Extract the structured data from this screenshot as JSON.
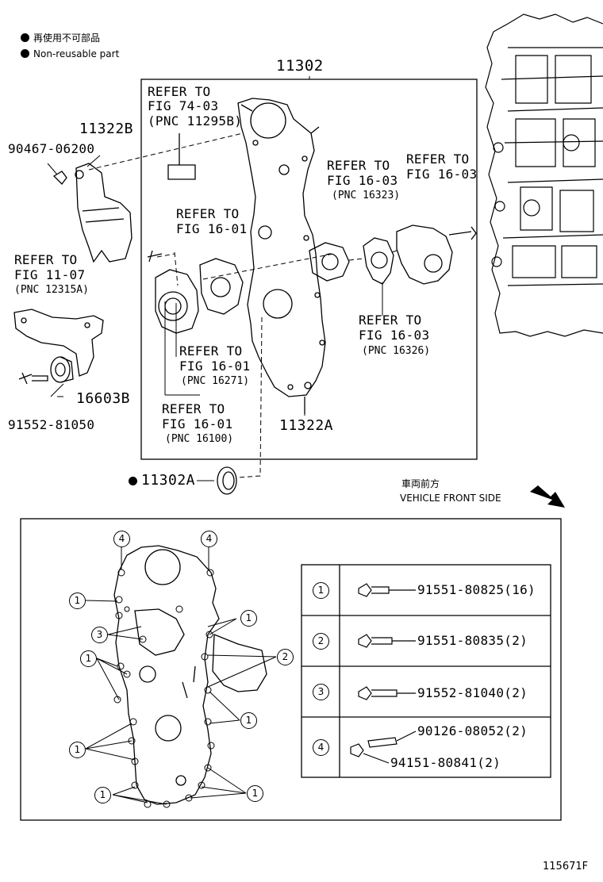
{
  "legend": {
    "line1": "再使用不可部品",
    "line2": "Non-reusable part"
  },
  "parts": {
    "p11302": "11302",
    "p11322B": "11322B",
    "p90467": "90467-06200",
    "p16603B": "16603B",
    "p91552_81050": "91552-81050",
    "p11322A": "11322A",
    "p11302A": "11302A"
  },
  "refs": {
    "r74_03": {
      "l1": "REFER TO",
      "l2": "FIG 74-03",
      "l3": "(PNC 11295B)"
    },
    "r11_07": {
      "l1": "REFER TO",
      "l2": "FIG 11-07",
      "l3": "(PNC 12315A)"
    },
    "r16_01_top": {
      "l1": "REFER TO",
      "l2": "FIG 16-01"
    },
    "r16_03_a": {
      "l1": "REFER TO",
      "l2": "FIG 16-03",
      "l3": "(PNC 16323)"
    },
    "r16_03_b": {
      "l1": "REFER TO",
      "l2": "FIG 16-03"
    },
    "r16_03_c": {
      "l1": "REFER TO",
      "l2": "FIG 16-03",
      "l3": "(PNC 16326)"
    },
    "r16_01_mid": {
      "l1": "REFER TO",
      "l2": "FIG 16-01",
      "l3": "(PNC 16271)"
    },
    "r16_01_low": {
      "l1": "REFER TO",
      "l2": "FIG 16-01",
      "l3": "(PNC 16100)"
    }
  },
  "direction": {
    "jp": "車両前方",
    "en": "VEHICLE FRONT SIDE"
  },
  "bolt_table": [
    {
      "num": "1",
      "part": "91551-80825(16)"
    },
    {
      "num": "2",
      "part": "91551-80835(2)"
    },
    {
      "num": "3",
      "part": "91552-81040(2)"
    },
    {
      "num": "4",
      "part": "90126-08052(2)",
      "part2": "94151-80841(2)"
    }
  ],
  "callouts": [
    "1",
    "2",
    "3",
    "4"
  ],
  "figure_id": "115671F"
}
